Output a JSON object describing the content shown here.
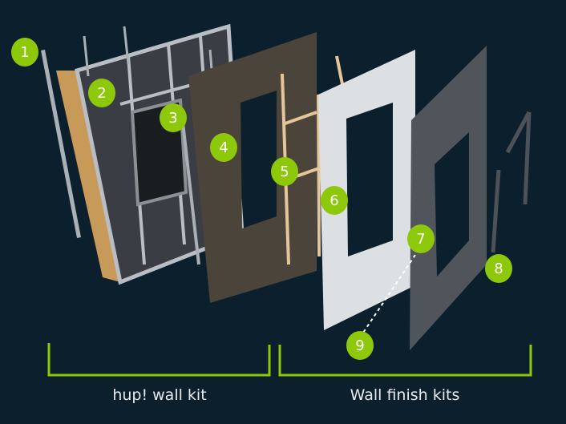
{
  "colors": {
    "background": "#0b1f2d",
    "accent": "#8dc90a"
  },
  "badges": [
    "1",
    "2",
    "3",
    "4",
    "5",
    "6",
    "7",
    "8",
    "9"
  ],
  "groups": {
    "left_label": "hup! wall kit",
    "right_label": "Wall finish kits"
  }
}
